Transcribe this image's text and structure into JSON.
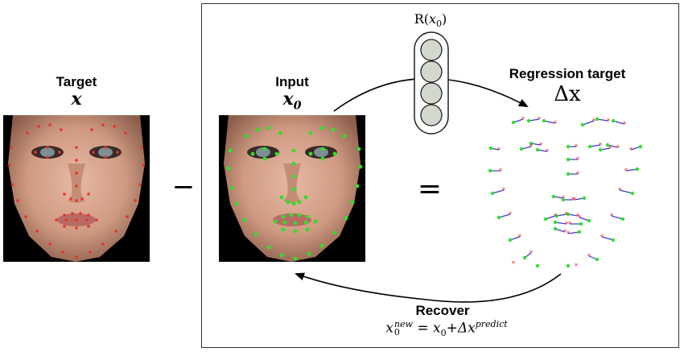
{
  "target": {
    "label": "Target",
    "symbol": "x"
  },
  "input": {
    "label": "Input",
    "symbol_base": "x",
    "symbol_sub": "0"
  },
  "operators": {
    "minus": "−",
    "equals": "="
  },
  "network": {
    "label_pre": "R(",
    "label_var": "x",
    "label_sub": "0",
    "label_post": ")",
    "node_count": 4
  },
  "regression": {
    "label": "Regression target",
    "symbol": "Δx"
  },
  "recover": {
    "label": "Recover",
    "eq_lhs_base": "x",
    "eq_lhs_sup": "new",
    "eq_lhs_sub": "0",
    "eq_mid": " = ",
    "eq_x0_base": "x",
    "eq_x0_sub": "0",
    "eq_plus": "+",
    "eq_delta": "Δx",
    "eq_delta_sup": "predict"
  },
  "colors": {
    "target_landmark": "#e8342c",
    "input_landmark": "#2fe02a",
    "residual_line": "#3a3ad8",
    "frame": "#333333",
    "network_fill": "#d3d8cf",
    "network_stroke": "#222222"
  }
}
